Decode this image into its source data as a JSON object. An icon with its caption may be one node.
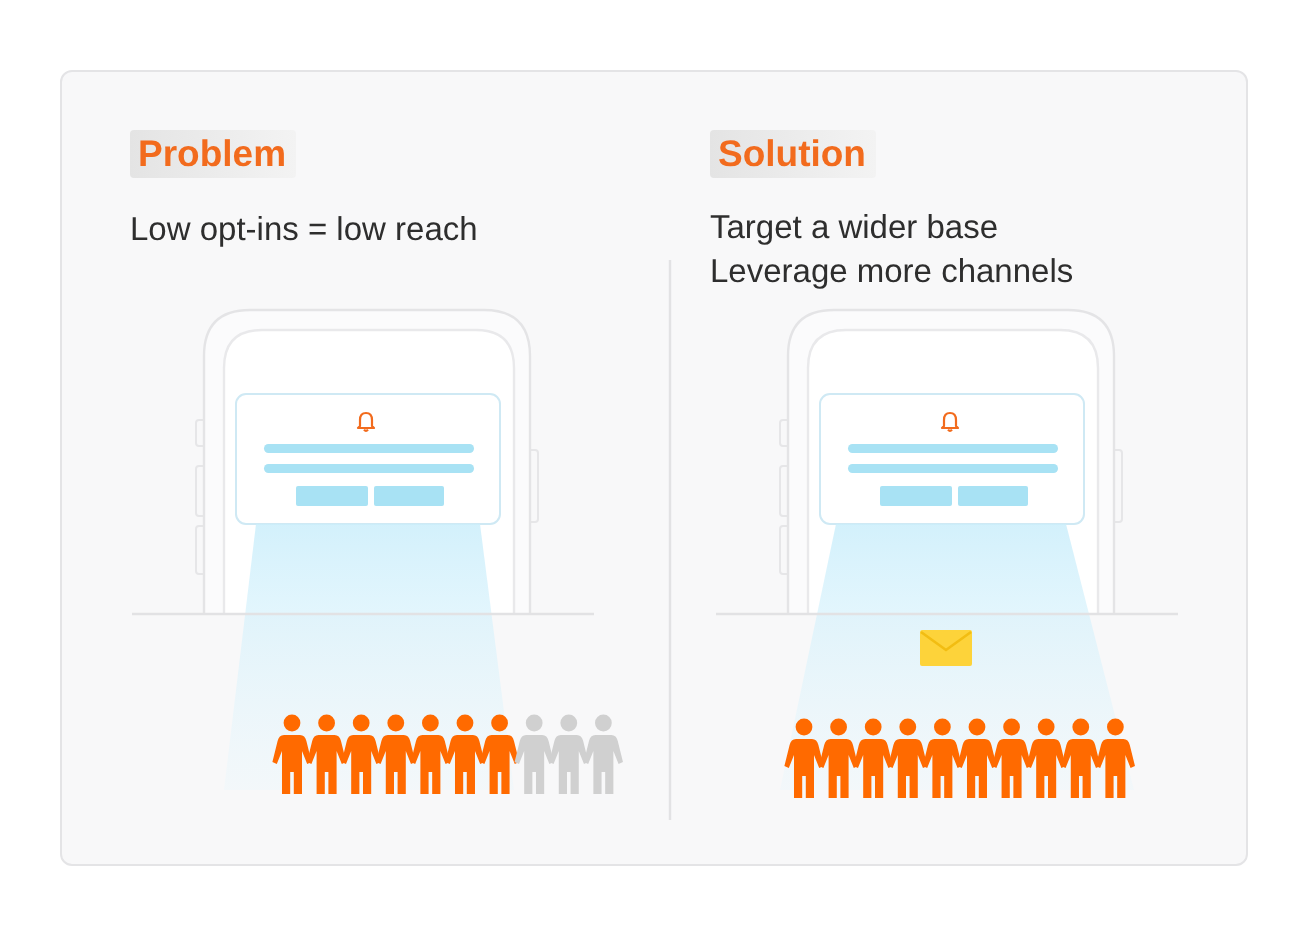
{
  "diagram": {
    "labels": [
      "Problem",
      "Low opt-ins = low reach",
      "Solution",
      "Target a wider base",
      "Leverage more channels"
    ]
  }
}
